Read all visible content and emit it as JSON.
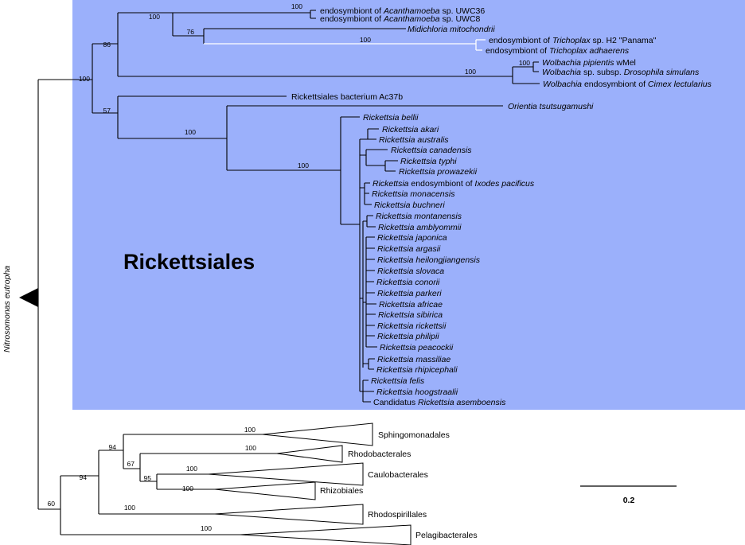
{
  "colors": {
    "clade_highlight": "#9bb0fb",
    "branch": "#000000",
    "highlight_branch": "#ffffff"
  },
  "clade_label": "Rickettsiales",
  "outgroup_label": "Nitrosomonas eutropha",
  "scale_bar": "0.2",
  "bootstraps": {
    "b100_acanth": "100",
    "b100_top": "100",
    "b76": "76",
    "b100_trich": "100",
    "b86": "86",
    "b100_wolb_small": "100",
    "b100_wolb": "100",
    "b100_root": "100",
    "b57": "57",
    "b100_orient": "100",
    "b100_rick": "100",
    "b100_sph": "100",
    "b94_a": "94",
    "b100_rhodob": "100",
    "b67": "67",
    "b100_caulo": "100",
    "b95": "95",
    "b100_rhizo": "100",
    "b94_b": "94",
    "b100_rhodosp": "100",
    "b60": "60",
    "b100_pelagi": "100"
  },
  "taxa": {
    "acanth1": [
      "endosymbiont of ",
      "Acanthamoeba",
      " sp. UWC36"
    ],
    "acanth2": [
      "endosymbiont of ",
      "Acanthamoeba",
      " sp. UWC8"
    ],
    "midi": "Midichloria mitochondrii",
    "trich1": [
      "endosymbiont of ",
      "Trichoplax",
      " sp. H2 \"Panama\""
    ],
    "trich2": [
      "endosymbiont of ",
      "Trichoplax adhaerens"
    ],
    "wolb1": [
      "Wolbachia pipientis",
      " wMel"
    ],
    "wolb2": [
      "Wolbachia",
      " sp. subsp. ",
      "Drosophila simulans"
    ],
    "wolb3": [
      "Wolbachia",
      " endosymbiont of ",
      "Cimex lectularius"
    ],
    "ac37b": "Rickettsiales bacterium Ac37b",
    "orient": "Orientia tsutsugamushi",
    "bellii": "Rickettsia bellii",
    "akari": "Rickettsia akari",
    "australis": "Rickettsia australis",
    "canadensis": "Rickettsia canadensis",
    "typhi": "Rickettsia typhi",
    "prowazekii": "Rickettsia prowazekii",
    "ixodes": [
      "Rickettsia",
      " endosymbiont of ",
      "Ixodes pacificus"
    ],
    "monacensis": "Rickettsia monacensis",
    "buchneri": "Rickettsia buchneri",
    "montanensis": "Rickettsia montanensis",
    "amblyommii": "Rickettsia amblyommii",
    "japonica": "Rickettsia japonica",
    "argasii": "Rickettsia argasii",
    "heilong": "Rickettsia heilongjiangensis",
    "slovaca": "Rickettsia slovaca",
    "conorii": "Rickettsia conorii",
    "parkeri": "Rickettsia parkeri",
    "africae": "Rickettsia africae",
    "sibirica": "Rickettsia sibirica",
    "rickettsii": "Rickettsia rickettsii",
    "philipii": "Rickettsia philipii",
    "peacockii": "Rickettsia peacockii",
    "massiliae": "Rickettsia massiliae",
    "rhipi": "Rickettsia rhipicephali",
    "felis": "Rickettsia felis",
    "hoogs": "Rickettsia hoogstraalii",
    "asemb": [
      "Candidatus ",
      "Rickettsia asemboensis"
    ]
  },
  "collapsed_clades": {
    "sphingo": "Sphingomonadales",
    "rhodob": "Rhodobacterales",
    "caulo": "Caulobacterales",
    "rhizo": "Rhizobiales",
    "rhodosp": "Rhodospirillales",
    "pelagi": "Pelagibacterales"
  }
}
